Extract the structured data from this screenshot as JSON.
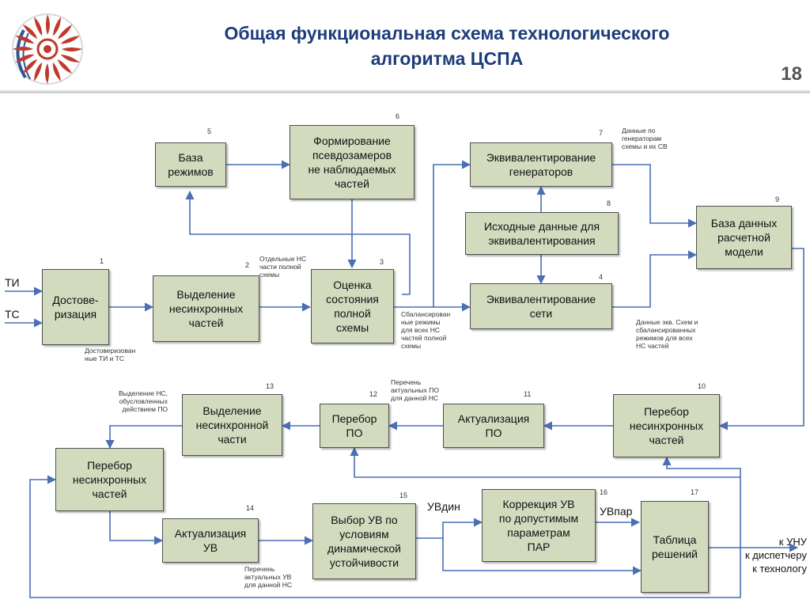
{
  "title": {
    "line1": "Общая функциональная схема технологического",
    "line2": "алгоритма ЦСПА"
  },
  "slide_number": "18",
  "colors": {
    "box_fill": "#d3dbbf",
    "arrow": "#4a6fb5",
    "title": "#1e3c7a",
    "logo": "#c0392b"
  },
  "blocks": {
    "b1": {
      "num": "1",
      "label": "Достове-\nризация"
    },
    "b2": {
      "num": "2",
      "label": "Выделение\nнесинхронных\nчастей"
    },
    "b3": {
      "num": "3",
      "label": "Оценка\nсостояния\nполной\nсхемы"
    },
    "b4": {
      "num": "4",
      "label": "Эквивалентирование\nсети"
    },
    "b5": {
      "num": "5",
      "label": "База\nрежимов"
    },
    "b6": {
      "num": "6",
      "label": "Формирование\nпсевдозамеров\nне наблюдаемых\nчастей"
    },
    "b7": {
      "num": "7",
      "label": "Эквивалентирование\nгенераторов"
    },
    "b8": {
      "num": "8",
      "label": "Исходные данные для\nэквивалентирования"
    },
    "b9": {
      "num": "9",
      "label": "База данных\nрасчетной\nмодели"
    },
    "b10": {
      "num": "10",
      "label": "Перебор\nнесинхронных\nчастей"
    },
    "b11": {
      "num": "11",
      "label": "Актуализация\nПО"
    },
    "b12": {
      "num": "12",
      "label": "Перебор\nПО"
    },
    "b13": {
      "num": "13",
      "label": "Выделение\nнесинхронной\nчасти"
    },
    "b_left": {
      "label": "Перебор\nнесинхронных\nчастей"
    },
    "b14": {
      "num": "14",
      "label": "Актуализация\nУВ"
    },
    "b15": {
      "num": "15",
      "label": "Выбор УВ по\nусловиям\nдинамической\nустойчивости"
    },
    "b16": {
      "num": "16",
      "label": "Коррекция УВ\nпо допустимым\nпараметрам\nПАР"
    },
    "b17": {
      "num": "17",
      "label": "Таблица\nрешений"
    }
  },
  "inputs": {
    "ti": "ТИ",
    "ts": "ТС"
  },
  "outputs": {
    "text": "к УНУ\nк диспетчеру\nк технологу"
  },
  "signals": {
    "uvdin": "УВдин",
    "uvpar": "УВпар"
  },
  "notes": {
    "dostover": "Достоверизован\nные ТИ и ТС",
    "otdelnye": "Отдельные НС\nчасти полной\nсхемы",
    "balanced": "Сбалансирован\nные режимы\nдля всех НС\nчастей полной\nсхемы",
    "gen_data": "Данные по\nгенераторам\nсхемы и их СВ",
    "equiv_data": "Данные экв. Схем и\nсбалансированных\nрежимов для всех\nНС частей",
    "perechen_po": "Перечень\nактуальных ПО\nдля данной НС",
    "vydelenie_ns": "Выделение НС,\nобусловленных\nдействием ПО",
    "perechen_uv": "Перечень\nактуальных УВ\nдля данной НС"
  }
}
